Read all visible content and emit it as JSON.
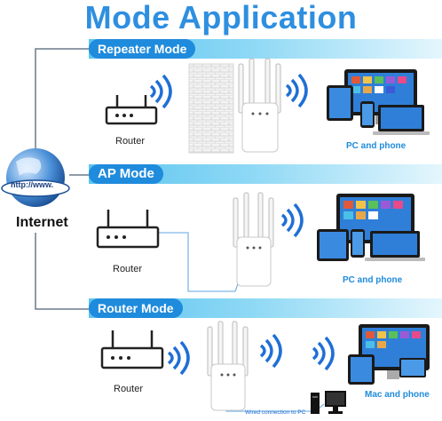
{
  "title": "Mode Application",
  "internet": {
    "label": "Internet",
    "url_text": "http://www."
  },
  "modes": [
    {
      "name": "Repeater Mode",
      "router_label": "Router",
      "devices_label": "PC and phone"
    },
    {
      "name": "AP Mode",
      "router_label": "Router",
      "devices_label": "PC and phone"
    },
    {
      "name": "Router Mode",
      "router_label": "Router",
      "devices_label": "Mac and phone",
      "wired_label": "Wired connection to PC"
    }
  ],
  "colors": {
    "accent": "#2e8fe0",
    "band": "#5cc4ef",
    "signal": "#1f6fd6"
  }
}
